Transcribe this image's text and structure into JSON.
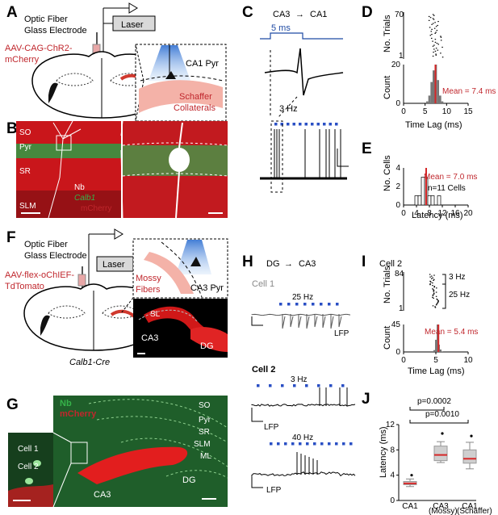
{
  "panels": {
    "A": {
      "label": "A",
      "optic_fiber": "Optic Fiber",
      "glass_electrode": "Glass Electrode",
      "laser": "Laser",
      "virus_1": "AAV-CAG-ChR2-",
      "virus_2": "mCherry",
      "region": "CA1 Pyr",
      "schaffer_1": "Schaffer",
      "schaffer_2": "Collaterals"
    },
    "B": {
      "label": "B",
      "so": "SO",
      "pyr": "Pyr",
      "sr": "SR",
      "slm": "SLM",
      "nb": "Nb",
      "calb1": "Calb1",
      "mcherry": "mCherry"
    },
    "C": {
      "label": "C",
      "title_from": "CA3",
      "title_to": "CA1",
      "pulse": "5 ms",
      "freq": "3 Hz"
    },
    "D": {
      "label": "D",
      "ylabel_top": "No. Trials",
      "ylabel_bottom": "Count",
      "xlabel": "Time Lag (ms)",
      "mean": "Mean = 7.4 ms"
    },
    "E": {
      "label": "E",
      "ylabel": "No. Cells",
      "xlabel": "Latency (ms)",
      "mean": "Mean = 7.0 ms",
      "n": "n=11 Cells"
    },
    "F": {
      "label": "F",
      "optic_fiber": "Optic Fiber",
      "glass_electrode": "Glass Electrode",
      "laser": "Laser",
      "virus_1": "AAV-flex-oChIEF-",
      "virus_2": "TdTomato",
      "mossy_1": "Mossy",
      "mossy_2": "Fibers",
      "region": "CA3 Pyr",
      "mouse": "Calb1-Cre",
      "sl": "SL",
      "ca3": "CA3",
      "dg": "DG"
    },
    "G": {
      "label": "G",
      "nb": "Nb",
      "mcherry": "mCherry",
      "cell1": "Cell 1",
      "cell2": "Cell 2",
      "so": "SO",
      "pyr": "Pyr",
      "sr": "SR",
      "slm": "SLM",
      "ml": "ML",
      "dg": "DG",
      "ca3": "CA3"
    },
    "H": {
      "label": "H",
      "title_from": "DG",
      "title_to": "CA3",
      "cell1": "Cell 1",
      "cell2": "Cell 2",
      "f25": "25 Hz",
      "f3": "3 Hz",
      "f40": "40 Hz",
      "lfp": "LFP"
    },
    "I": {
      "label": "I",
      "title": "Cell 2",
      "ylabel_top": "No. Trials",
      "ylabel_bottom": "Count",
      "xlabel": "Time Lag (ms)",
      "f3": "3 Hz",
      "f25": "25 Hz",
      "mean": "Mean = 5.4 ms"
    },
    "J": {
      "label": "J",
      "ylabel": "Latency (ms)",
      "p1": "p=0.0002",
      "p2": "p=0.0010",
      "sub_mossy": "(Mossy)",
      "sub_schaffer": "(Schaffer)"
    }
  },
  "chart_data": [
    {
      "panel": "D",
      "type": "bar",
      "xlabel": "Time Lag (ms)",
      "ylabel": "Count",
      "xlim": [
        0,
        15
      ],
      "ylim": [
        0,
        20
      ],
      "xticks": [
        "0",
        "5",
        "10",
        "15"
      ],
      "raster_yticks": [
        "70",
        "1"
      ],
      "count_yticks": [
        "20",
        "0"
      ],
      "bins": [
        5.5,
        6,
        6.5,
        7,
        7.5,
        8,
        8.5,
        9
      ],
      "values": [
        1,
        4,
        11,
        17,
        20,
        12,
        4,
        1
      ],
      "mean": 7.4
    },
    {
      "panel": "E",
      "type": "bar",
      "xlabel": "Latency (ms)",
      "ylabel": "No. Cells",
      "xlim": [
        0,
        20
      ],
      "ylim": [
        0,
        4
      ],
      "xticks": [
        "0",
        "4",
        "8",
        "12",
        "16",
        "20"
      ],
      "yticks": [
        "4",
        "2",
        "0"
      ],
      "bins": [
        4,
        5,
        6,
        7,
        8,
        9,
        10,
        11,
        12
      ],
      "values": [
        1,
        1,
        3,
        3,
        1,
        1,
        0,
        1,
        0
      ],
      "mean": 7.0
    },
    {
      "panel": "I",
      "type": "bar",
      "xlabel": "Time Lag (ms)",
      "ylabel": "Count",
      "xlim": [
        0,
        10
      ],
      "ylim": [
        0,
        45
      ],
      "xticks": [
        "0",
        "5",
        "10"
      ],
      "raster_yticks": [
        "84",
        "1"
      ],
      "count_yticks": [
        "45",
        "0"
      ],
      "bins": [
        4.75,
        5,
        5.25,
        5.5,
        5.75,
        6
      ],
      "values": [
        3,
        20,
        45,
        12,
        4,
        1
      ],
      "mean": 5.4
    },
    {
      "panel": "J",
      "type": "box",
      "ylabel": "Latency (ms)",
      "ylim": [
        0,
        12
      ],
      "yticks": [
        "0",
        "4",
        "8",
        "12"
      ],
      "categories": [
        "CA1",
        "CA3",
        "CA1"
      ],
      "series": [
        {
          "name": "CA1",
          "q1": 2.5,
          "median": 2.7,
          "q3": 3.0,
          "whisker_low": 2.2,
          "whisker_high": 3.4,
          "outlier": 4.0
        },
        {
          "name": "CA3",
          "q1": 6.3,
          "median": 7.2,
          "q3": 8.6,
          "whisker_low": 6.0,
          "whisker_high": 9.3,
          "outlier": 10.6
        },
        {
          "name": "CA1",
          "q1": 5.9,
          "median": 6.6,
          "q3": 8.0,
          "whisker_low": 5.0,
          "whisker_high": 9.2,
          "outlier": 10.2
        }
      ]
    }
  ]
}
